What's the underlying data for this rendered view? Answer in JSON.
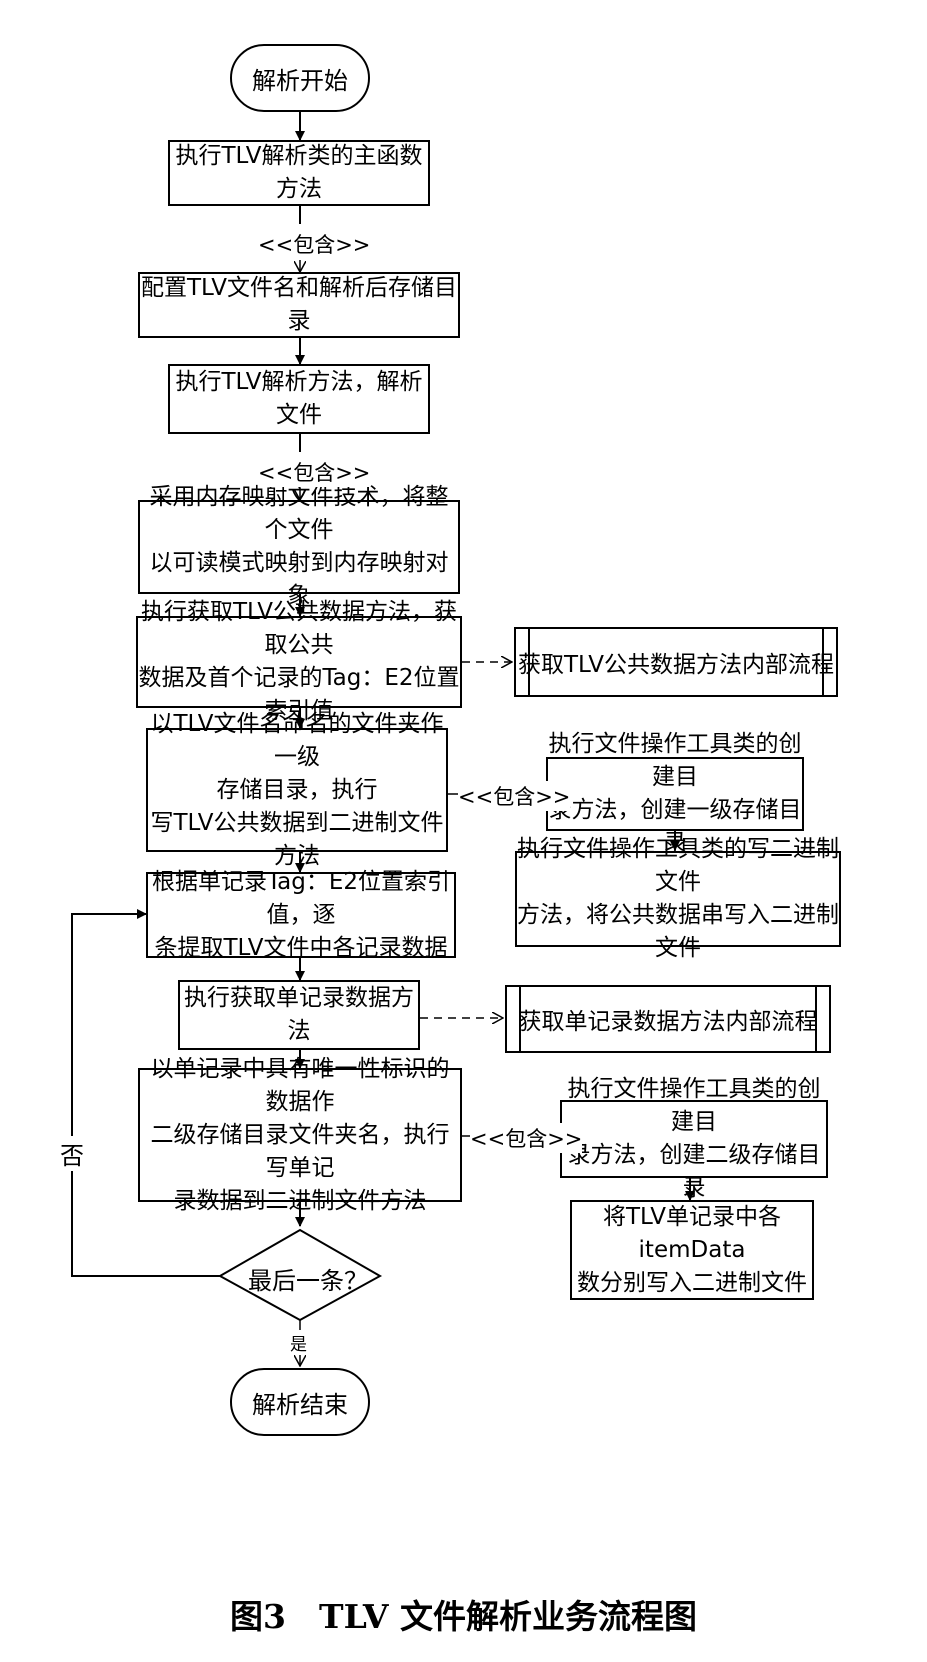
{
  "start": "解析开始",
  "end": "解析结束",
  "steps": {
    "s1": "执行TLV解析类的主函数方法",
    "s2": "配置TLV文件名和解析后存储目录",
    "s3": "执行TLV解析方法，解析文件",
    "s4": [
      "采用内存映射文件技术，将整个文件",
      "以可读模式映射到内存映射对象"
    ],
    "s5": [
      "执行获取TLV公共数据方法，获取公共",
      "数据及首个记录的Tag：E2位置索引值"
    ],
    "s6": [
      "以TLV文件名命名的文件夹作一级",
      "存储目录，执行",
      "写TLV公共数据到二进制文件方法"
    ],
    "s7": [
      "根据单记录Tag：E2位置索引值，逐",
      "条提取TLV文件中各记录数据"
    ],
    "s8": "执行获取单记录数据方法",
    "s9": [
      "以单记录中具有唯一性标识的数据作",
      "二级存储目录文件夹名，执行写单记",
      "录数据到二进制文件方法"
    ]
  },
  "side": {
    "p1": "获取TLV公共数据方法内部流程",
    "r1": [
      "执行文件操作工具类的创建目",
      "录方法，创建一级存储目录"
    ],
    "r2": [
      "执行文件操作工具类的写二进制文件",
      "方法，将公共数据串写入二进制文件"
    ],
    "p2": "获取单记录数据方法内部流程",
    "r3": [
      "执行文件操作工具类的创建目",
      "录方法，创建二级存储目录"
    ],
    "r4": [
      "将TLV单记录中各itemData",
      "数分别写入二进制文件"
    ]
  },
  "decision": "最后一条？",
  "labels": {
    "include": "<<包含>>",
    "include_side": "<<包含>>",
    "yes": "是",
    "no": "否"
  },
  "caption": "图3　TLV 文件解析业务流程图"
}
